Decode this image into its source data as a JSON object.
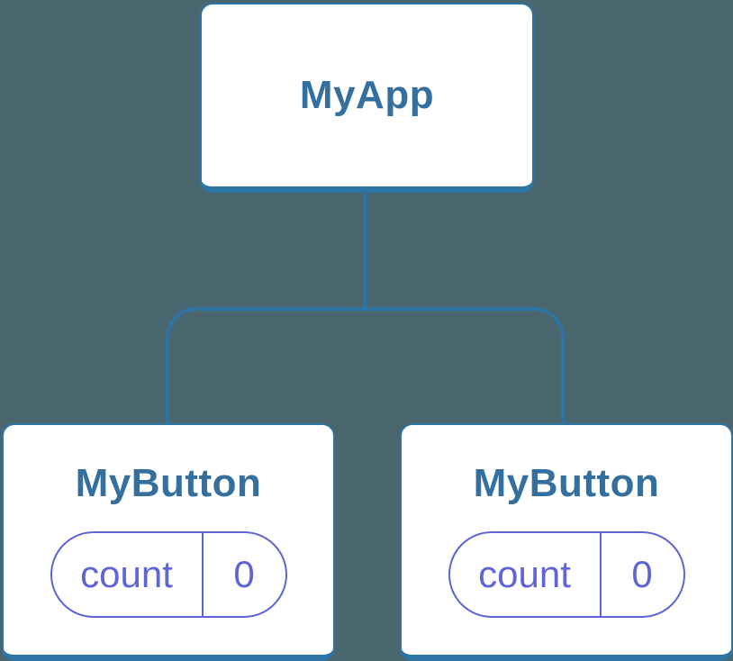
{
  "tree": {
    "root": {
      "label": "MyApp"
    },
    "children": [
      {
        "label": "MyButton",
        "state": {
          "key": "count",
          "value": "0"
        }
      },
      {
        "label": "MyButton",
        "state": {
          "key": "count",
          "value": "0"
        }
      }
    ]
  },
  "colors": {
    "background": "#4A6770",
    "connector": "#2E74A4",
    "card_border": "#2E74A4",
    "card_background": "#FFFFFF",
    "component_label": "#346F9E",
    "state": "#6065D6"
  }
}
